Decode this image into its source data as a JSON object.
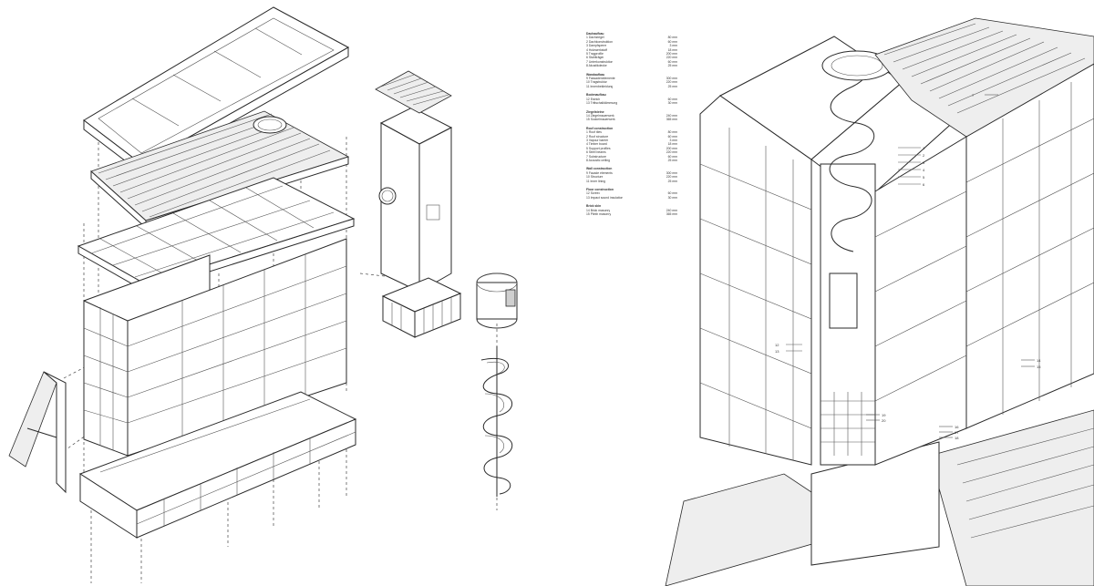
{
  "legend": {
    "groups": [
      {
        "title": "Dachaufbau",
        "items": [
          {
            "text": "1  Dachziegel",
            "value": "80 mm"
          },
          {
            "text": "2  Dachkonstruktion",
            "value": "60 mm"
          },
          {
            "text": "3  Dampfsperre",
            "value": "3 mm"
          },
          {
            "text": "4  Holzwerkstoff",
            "value": "18 mm"
          },
          {
            "text": "5  Tragprofile",
            "value": "200 mm"
          },
          {
            "text": "6  Stahlträger",
            "value": "220 mm"
          },
          {
            "text": "7  Unterkonstruktion",
            "value": "60 mm"
          },
          {
            "text": "8  Akustikdecke",
            "value": "25 mm"
          }
        ]
      },
      {
        "title": "Wandaufbau",
        "items": [
          {
            "text": "9  Fassadenelemente",
            "value": "300 mm"
          },
          {
            "text": "10  Tragstruktur",
            "value": "220 mm"
          },
          {
            "text": "11  Innenbekleidung",
            "value": "25 mm"
          }
        ]
      },
      {
        "title": "Bodenaufbau",
        "items": [
          {
            "text": "12  Estrich",
            "value": "60 mm"
          },
          {
            "text": "13  Trittschalldämmung",
            "value": "30 mm"
          }
        ]
      },
      {
        "title": "Ziegelsteine",
        "items": [
          {
            "text": "14  Ziegelmauerwerk",
            "value": "240 mm"
          },
          {
            "text": "15  Sockelmauerwerk",
            "value": "365 mm"
          }
        ]
      },
      {
        "title": "Roof construction",
        "items": [
          {
            "text": "1  Roof tiles",
            "value": "80 mm"
          },
          {
            "text": "2  Roof structure",
            "value": "60 mm"
          },
          {
            "text": "3  Vapour barrier",
            "value": "3 mm"
          },
          {
            "text": "4  Timber board",
            "value": "18 mm"
          },
          {
            "text": "5  Support profiles",
            "value": "200 mm"
          },
          {
            "text": "6  Steel beams",
            "value": "220 mm"
          },
          {
            "text": "7  Substructure",
            "value": "60 mm"
          },
          {
            "text": "8  Acoustic ceiling",
            "value": "25 mm"
          }
        ]
      },
      {
        "title": "Wall construction",
        "items": [
          {
            "text": "9  Facade elements",
            "value": "300 mm"
          },
          {
            "text": "10  Structure",
            "value": "220 mm"
          },
          {
            "text": "11  Inner lining",
            "value": "25 mm"
          }
        ]
      },
      {
        "title": "Floor construction",
        "items": [
          {
            "text": "12  Screed",
            "value": "60 mm"
          },
          {
            "text": "13  Impact sound insulation",
            "value": "30 mm"
          }
        ]
      },
      {
        "title": "Brick skin",
        "items": [
          {
            "text": "14  Brick masonry",
            "value": "240 mm"
          },
          {
            "text": "15  Plinth masonry",
            "value": "365 mm"
          }
        ]
      }
    ]
  },
  "callouts": [
    "1",
    "2",
    "3",
    "4",
    "5",
    "6",
    "7",
    "8",
    "9",
    "10",
    "11",
    "12",
    "13",
    "14",
    "15",
    "16",
    "17",
    "18",
    "19",
    "20"
  ]
}
